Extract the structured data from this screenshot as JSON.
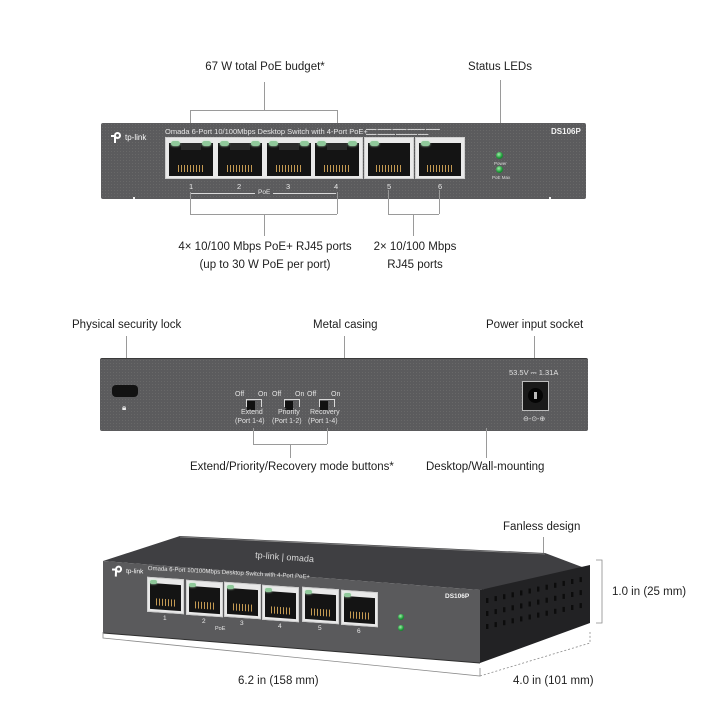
{
  "front_view": {
    "callouts": {
      "poe_budget": "67 W total PoE budget*",
      "status_leds": "Status LEDs",
      "poe_ports_line1": "4× 10/100 Mbps PoE+ RJ45 ports",
      "poe_ports_line2": "(up to 30 W PoE per port)",
      "rj45_ports_line1": "2× 10/100 Mbps",
      "rj45_ports_line2": "RJ45 ports"
    },
    "device": {
      "brand": "tp-link",
      "description": "Omada 6-Port 10/100Mbps Desktop Switch with 4-Port PoE+",
      "model": "DS106P",
      "poe_group_label": "PoE",
      "ports": [
        "1",
        "2",
        "3",
        "4",
        "5",
        "6"
      ],
      "status_leds": [
        {
          "name": "power",
          "label": "Power",
          "color": "#2fb84a"
        },
        {
          "name": "poe-max",
          "label": "PoE Max",
          "color": "#2fb84a"
        }
      ]
    }
  },
  "rear_view": {
    "callouts": {
      "security_lock": "Physical security lock",
      "metal_casing": "Metal casing",
      "power_socket": "Power input socket",
      "mode_buttons": "Extend/Priority/Recovery mode buttons*",
      "mounting": "Desktop/Wall-mounting"
    },
    "device": {
      "power_rating": "53.5V ⎓ 1.31A",
      "polarity_symbol": "⊖-⊙-⊕",
      "switches": [
        {
          "off": "Off",
          "on": "On",
          "name": "Extend",
          "ports": "(Port 1-4)"
        },
        {
          "off": "Off",
          "on": "On",
          "name": "Priority",
          "ports": "(Port 1-2)"
        },
        {
          "off": "Off",
          "on": "On",
          "name": "Recovery",
          "ports": "(Port 1-4)"
        }
      ]
    }
  },
  "perspective_view": {
    "callouts": {
      "fanless": "Fanless design",
      "height": "1.0 in (25 mm)",
      "width": "6.2 in (158 mm)",
      "depth": "4.0 in (101 mm)"
    },
    "device": {
      "brand": "tp-link",
      "description": "Omada 6-Port 10/100Mbps Desktop Switch with 4-Port PoE+",
      "model": "DS106P",
      "top_brand": "tp-link | omada",
      "poe_group_label": "PoE",
      "ports": [
        "1",
        "2",
        "3",
        "4",
        "5",
        "6"
      ]
    }
  }
}
